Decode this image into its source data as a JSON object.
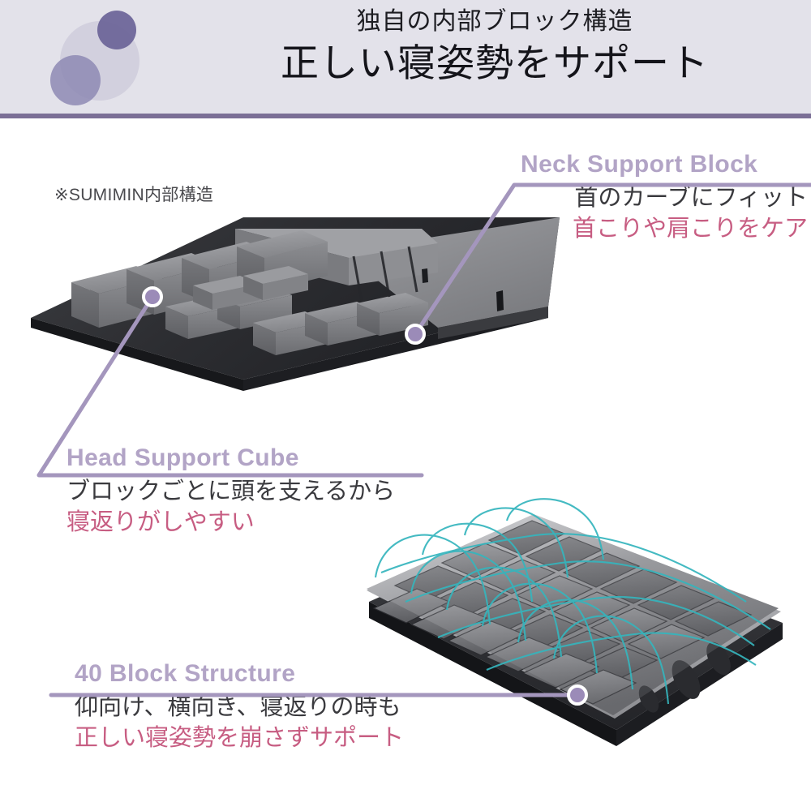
{
  "header": {
    "subtitle": "独自の内部ブロック構造",
    "title": "正しい寝姿勢をサポート",
    "background_color": "#e3e2ea",
    "rule_color": "#7b6f96",
    "decor_circles": [
      {
        "name": "large-pale-circle",
        "color": "#cfcddc"
      },
      {
        "name": "small-dark-circle",
        "color": "#6a6397"
      },
      {
        "name": "medium-mid-circle",
        "color": "#8e8ab4"
      }
    ]
  },
  "annotations": {
    "inner_structure_note": "※SUMIMIN内部構造"
  },
  "callouts": [
    {
      "id": "neck",
      "title": "Neck Support Block",
      "line1": "首のカーブにフィット",
      "line2": "首こりや肩こりをケア",
      "title_color": "#b2a4c6",
      "line1_color": "#3a3a3e",
      "line2_color": "#c75d82"
    },
    {
      "id": "head",
      "title": "Head Support Cube",
      "line1": "ブロックごとに頭を支えるから",
      "line2": "寝返りがしやすい",
      "title_color": "#b2a4c6",
      "line1_color": "#3a3a3e",
      "line2_color": "#c75d82"
    },
    {
      "id": "block40",
      "title": "40 Block Structure",
      "line1": "仰向け、横向き、寝返りの時も",
      "line2": "正しい寝姿勢を崩さずサポート",
      "title_color": "#b2a4c6",
      "line1_color": "#3a3a3e",
      "line2_color": "#c75d82"
    }
  ],
  "product_images": {
    "top": {
      "name": "pillow-inner-block-structure-cutaway",
      "description": "グレーのブロックが並ぶ枕の内部構造（カットモデル）",
      "base_color": "#2e2f33",
      "block_color": "#8f9094"
    },
    "bottom": {
      "name": "pillow-40-block-structure-wireframe",
      "description": "40ブロック構造の枕、ティールのワイヤーフレーム付き",
      "base_color": "#3b3c40",
      "wire_color": "#35b5bd"
    }
  },
  "leader_lines": {
    "color": "#a496bd",
    "dot_fill": "#9b8bb8",
    "dot_stroke": "#ffffff"
  }
}
